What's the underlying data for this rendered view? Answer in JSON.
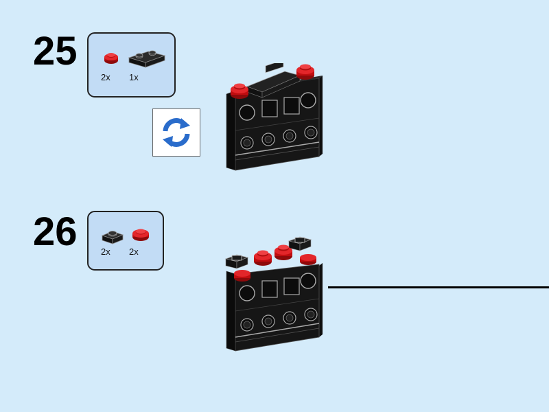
{
  "steps": [
    {
      "number": "25",
      "parts": [
        {
          "qty": "2x",
          "icon": "red-round-plate-1x1-icon",
          "color": "#d01012"
        },
        {
          "qty": "1x",
          "icon": "black-plate-1x2-icon",
          "color": "#1b1b1b"
        }
      ],
      "rotate_icon": "rotate-model-icon"
    },
    {
      "number": "26",
      "parts": [
        {
          "qty": "2x",
          "icon": "black-plate-1x1-icon",
          "color": "#1b1b1b"
        },
        {
          "qty": "2x",
          "icon": "red-round-plate-1x1-icon",
          "color": "#d01012"
        }
      ]
    }
  ],
  "colors": {
    "background": "#d4ebfa",
    "parts_box": "#c2dcf5",
    "brick_black": "#1b1b1b",
    "brick_red": "#d01012",
    "rotate_arrow": "#2a6ccb"
  }
}
